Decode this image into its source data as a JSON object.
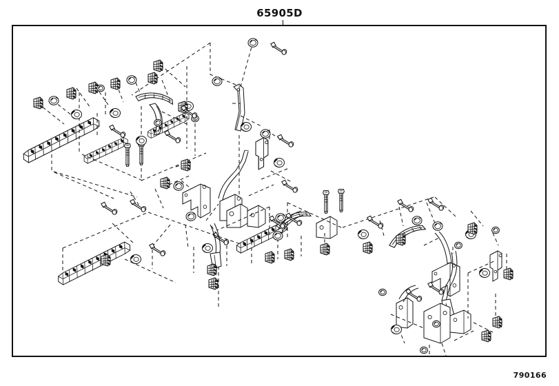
{
  "figure": {
    "title": "65905D",
    "footer_code": "790166",
    "leader_line": true
  },
  "frame": {
    "border_color": "#111111",
    "background": "#ffffff"
  },
  "diagram": {
    "kind": "exploded-parts-diagram",
    "description": "Automotive wire harness clamp, bracket and bolt exploded assembly line drawing",
    "line_color": "#111111",
    "hidden_line_style": "dashed",
    "assemblies": [
      {
        "name": "upper-left-harness-rail",
        "label": ""
      },
      {
        "name": "upper-center-bracket-stack",
        "label": ""
      },
      {
        "name": "upper-right-strap-bracket",
        "label": ""
      },
      {
        "name": "lower-center-harness-rail",
        "label": ""
      },
      {
        "name": "lower-right-bracket-stack",
        "label": ""
      }
    ]
  }
}
